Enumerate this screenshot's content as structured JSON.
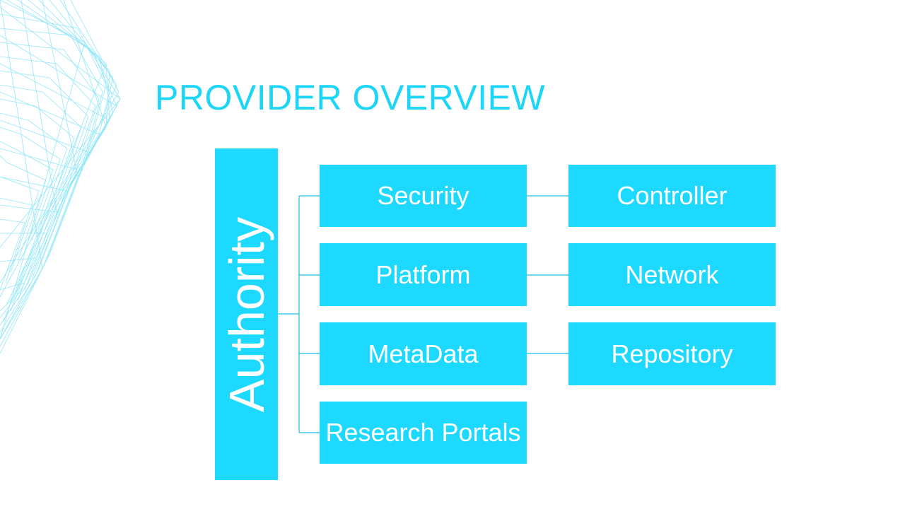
{
  "title": "PROVIDER OVERVIEW",
  "colors": {
    "accent": "#1dd9ff",
    "title": "#1dd5f7",
    "connector": "#1cbde6",
    "background": "#ffffff"
  },
  "diagram": {
    "root": "Authority",
    "children": [
      {
        "label": "Security",
        "child": "Controller"
      },
      {
        "label": "Platform",
        "child": "Network"
      },
      {
        "label": "MetaData",
        "child": "Repository"
      },
      {
        "label": "Research Portals",
        "child": ""
      }
    ]
  }
}
